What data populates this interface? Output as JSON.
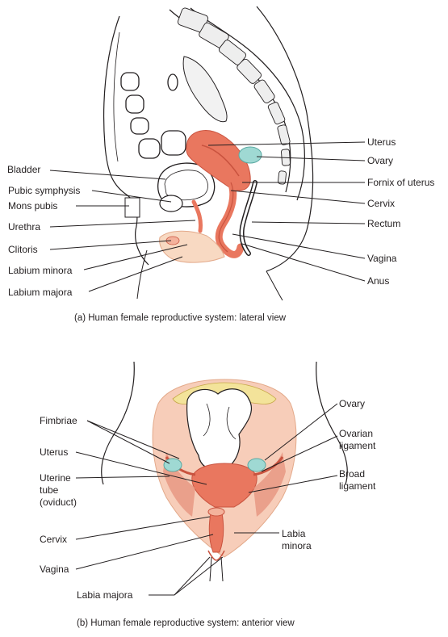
{
  "lateral": {
    "caption": "(a) Human female reproductive system: lateral view",
    "left_labels": {
      "bladder": "Bladder",
      "pubic_symphysis": "Pubic symphysis",
      "mons_pubis": "Mons pubis",
      "urethra": "Urethra",
      "clitoris": "Clitoris",
      "labium_minora": "Labium minora",
      "labium_majora": "Labium majora"
    },
    "right_labels": {
      "uterus": "Uterus",
      "ovary": "Ovary",
      "fornix": "Fornix of uterus",
      "cervix": "Cervix",
      "rectum": "Rectum",
      "vagina": "Vagina",
      "anus": "Anus"
    }
  },
  "anterior": {
    "caption": "(b) Human female reproductive system: anterior view",
    "left_labels": {
      "fimbriae": "Fimbriae",
      "uterus": "Uterus",
      "uterine_tube_1": "Uterine",
      "uterine_tube_2": "tube",
      "uterine_tube_3": "(oviduct)",
      "cervix": "Cervix",
      "vagina": "Vagina",
      "labia_majora": "Labia majora"
    },
    "right_labels": {
      "ovary": "Ovary",
      "ovarian_1": "Ovarian",
      "ovarian_2": "ligament",
      "broad_1": "Broad",
      "broad_2": "ligament",
      "labia_minora_1": "Labia",
      "labia_minora_2": "minora"
    }
  },
  "colors": {
    "organ": "#e9775f",
    "organ_dark": "#c9533f",
    "organ_light": "#f4b29c",
    "skin": "#f8d9c2",
    "fat": "#f3e39a",
    "ovary": "#9fd9d3",
    "line": "#231f20"
  }
}
